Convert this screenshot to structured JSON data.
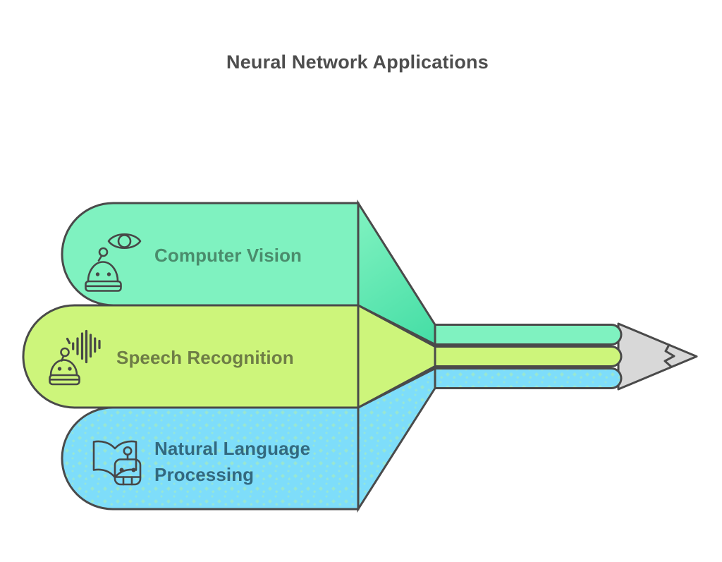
{
  "title": "Neural Network Applications",
  "banners": [
    {
      "label": "Computer Vision",
      "icon": "robot-eye-icon",
      "fill": "#7ff2c0",
      "text_color": "#4a8c6c"
    },
    {
      "label": "Speech Recognition",
      "icon": "robot-soundwave-icon",
      "fill": "#cdf57b",
      "text_color": "#6e7d46"
    },
    {
      "label": "Natural Language Processing",
      "label_lines": [
        "Natural Language",
        "Processing"
      ],
      "icon": "book-robot-icon",
      "fill": "#7eddfa",
      "text_color": "#33697f"
    }
  ],
  "pencil": {
    "stripe_colors": [
      "#7ff2c0",
      "#cdf57b",
      "#7eddfa"
    ],
    "tip_color": "#d8d8d8",
    "outline_color": "#4a4a4a"
  }
}
